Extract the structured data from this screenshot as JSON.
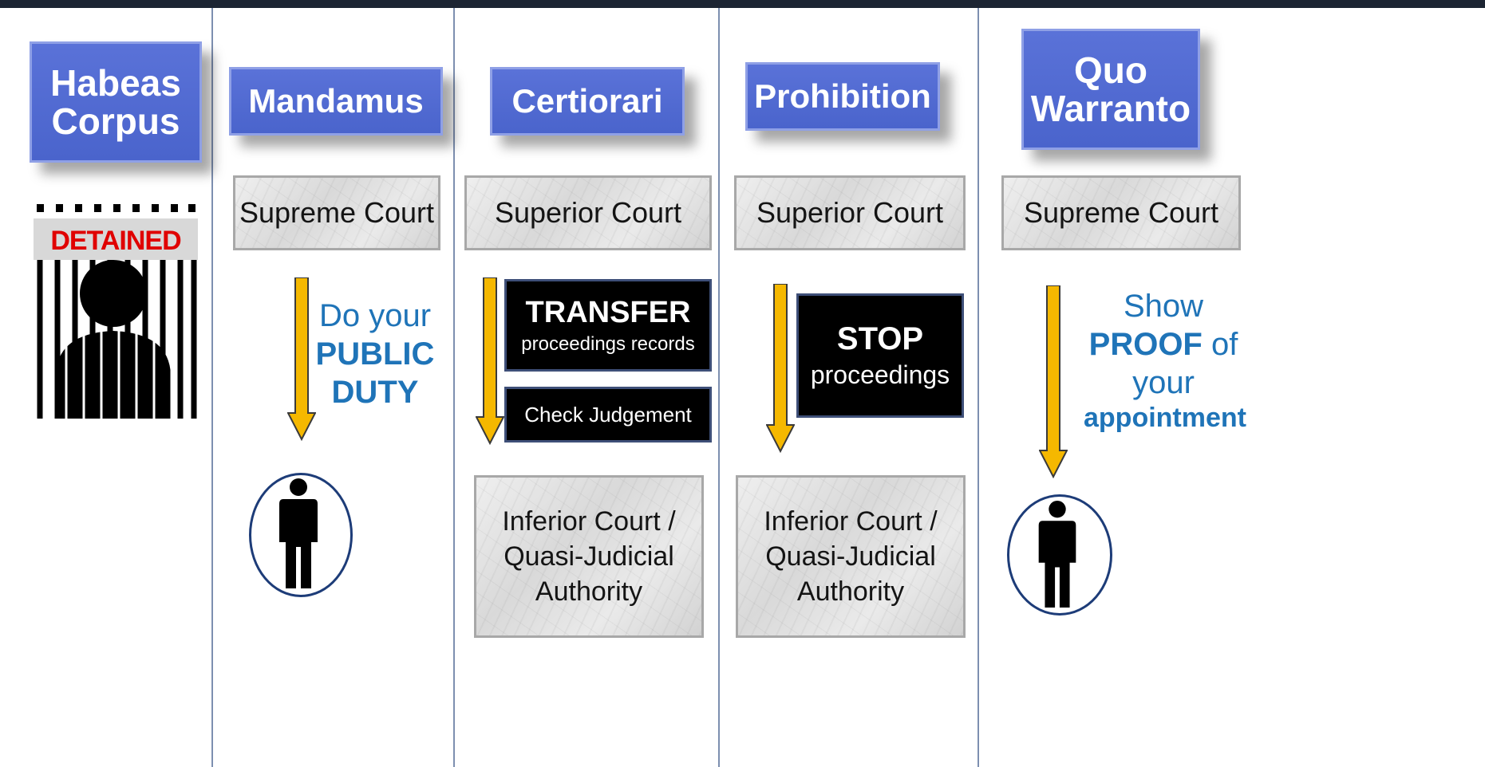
{
  "writs": [
    {
      "title": "Habeas\nCorpus",
      "badge": "DETAINED"
    },
    {
      "title": "Mandamus",
      "court": "Supreme Court",
      "command_line1": "Do your",
      "command_line2": "PUBLIC",
      "command_line3": "DUTY"
    },
    {
      "title": "Certiorari",
      "court": "Superior Court",
      "order_main": "TRANSFER",
      "order_sub": "proceedings records",
      "order2": "Check Judgement",
      "target": "Inferior Court /\nQuasi-Judicial\nAuthority"
    },
    {
      "title": "Prohibition",
      "court": "Superior Court",
      "order_main": "STOP",
      "order_sub": "proceedings",
      "target": "Inferior Court /\nQuasi-Judicial\nAuthority"
    },
    {
      "title": "Quo\nWarranto",
      "court": "Supreme Court",
      "command_line1": "Show",
      "command_bold": "PROOF",
      "command_of": "of",
      "command_line3": "your",
      "command_line4": "appointment"
    }
  ],
  "colors": {
    "title_blue": "#4f68d2",
    "text_blue": "#1f74b8",
    "arrow_yellow": "#f5b800",
    "detained_red": "#e00000"
  },
  "icons": [
    "jail-bars-icon",
    "arrow-down-icon",
    "person-icon"
  ]
}
